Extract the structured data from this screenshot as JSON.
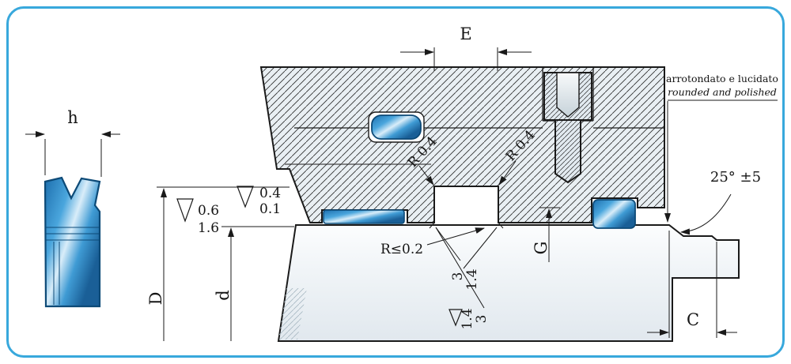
{
  "drawing": {
    "border_color": "#38a8dc",
    "seal_color": "#2f8fce",
    "hatch_bg": "#e9eff3",
    "labels": {
      "h": "h",
      "E": "E",
      "D": "D",
      "d": "d",
      "G": "G",
      "C": "C",
      "angle": "25° ±5",
      "r04_left": "R 0.4",
      "r04_right": "R 0.4",
      "r_max": "R≤0.2",
      "finish1_top": "0.4",
      "finish1_bottom": "0.1",
      "finish2_top": "0.6",
      "finish2_bottom": "1.6",
      "chamfer_upper_a": "3",
      "chamfer_upper_b": "1.4",
      "chamfer_lower_a": "1.4",
      "chamfer_lower_b": "3",
      "note_line1": "arrotondato e lucidato",
      "note_line2": "rounded and polished"
    }
  }
}
